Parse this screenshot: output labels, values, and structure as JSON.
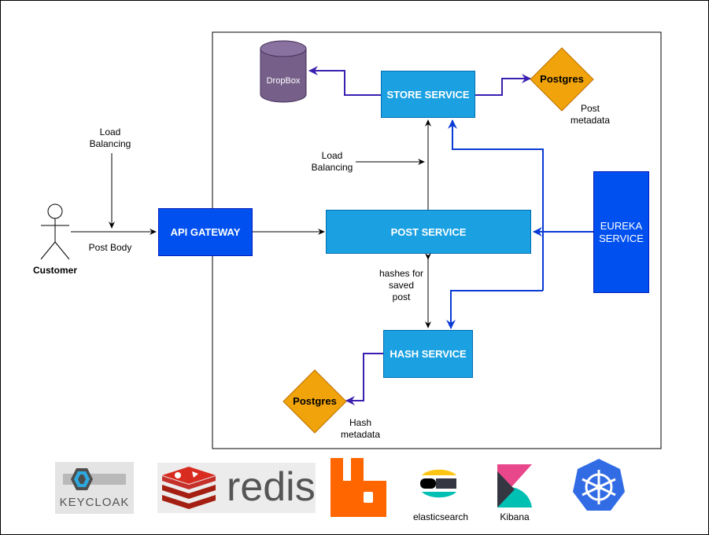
{
  "nodes": {
    "api_gateway": "API GATEWAY",
    "post_service": "POST SERVICE",
    "store_service": "STORE SERVICE",
    "hash_service": "HASH SERVICE",
    "eureka_service": "EUREKA\nSERVICE",
    "dropbox": "DropBox",
    "postgres_store": "Postgres",
    "postgres_hash": "Postgres",
    "customer": "Customer"
  },
  "labels": {
    "load_balancing_1": "Load\nBalancing",
    "post_body": "Post Body",
    "load_balancing_2": "Load\nBalancing",
    "hashes_saved": "hashes for\nsaved\npost",
    "post_metadata": "Post\nmetadata",
    "hash_metadata": "Hash\nmetadata"
  },
  "logos": {
    "keycloak": "KEYCLOAK",
    "redis": "redis",
    "elasticsearch": "elasticsearch",
    "kibana": "Kibana"
  },
  "colors": {
    "service_light": "#1ba1e2",
    "service_dark": "#0050ef",
    "db_purple": "#76608a",
    "postgres_orange": "#f0a30a",
    "arrow_purple": "#4c0fb5"
  }
}
